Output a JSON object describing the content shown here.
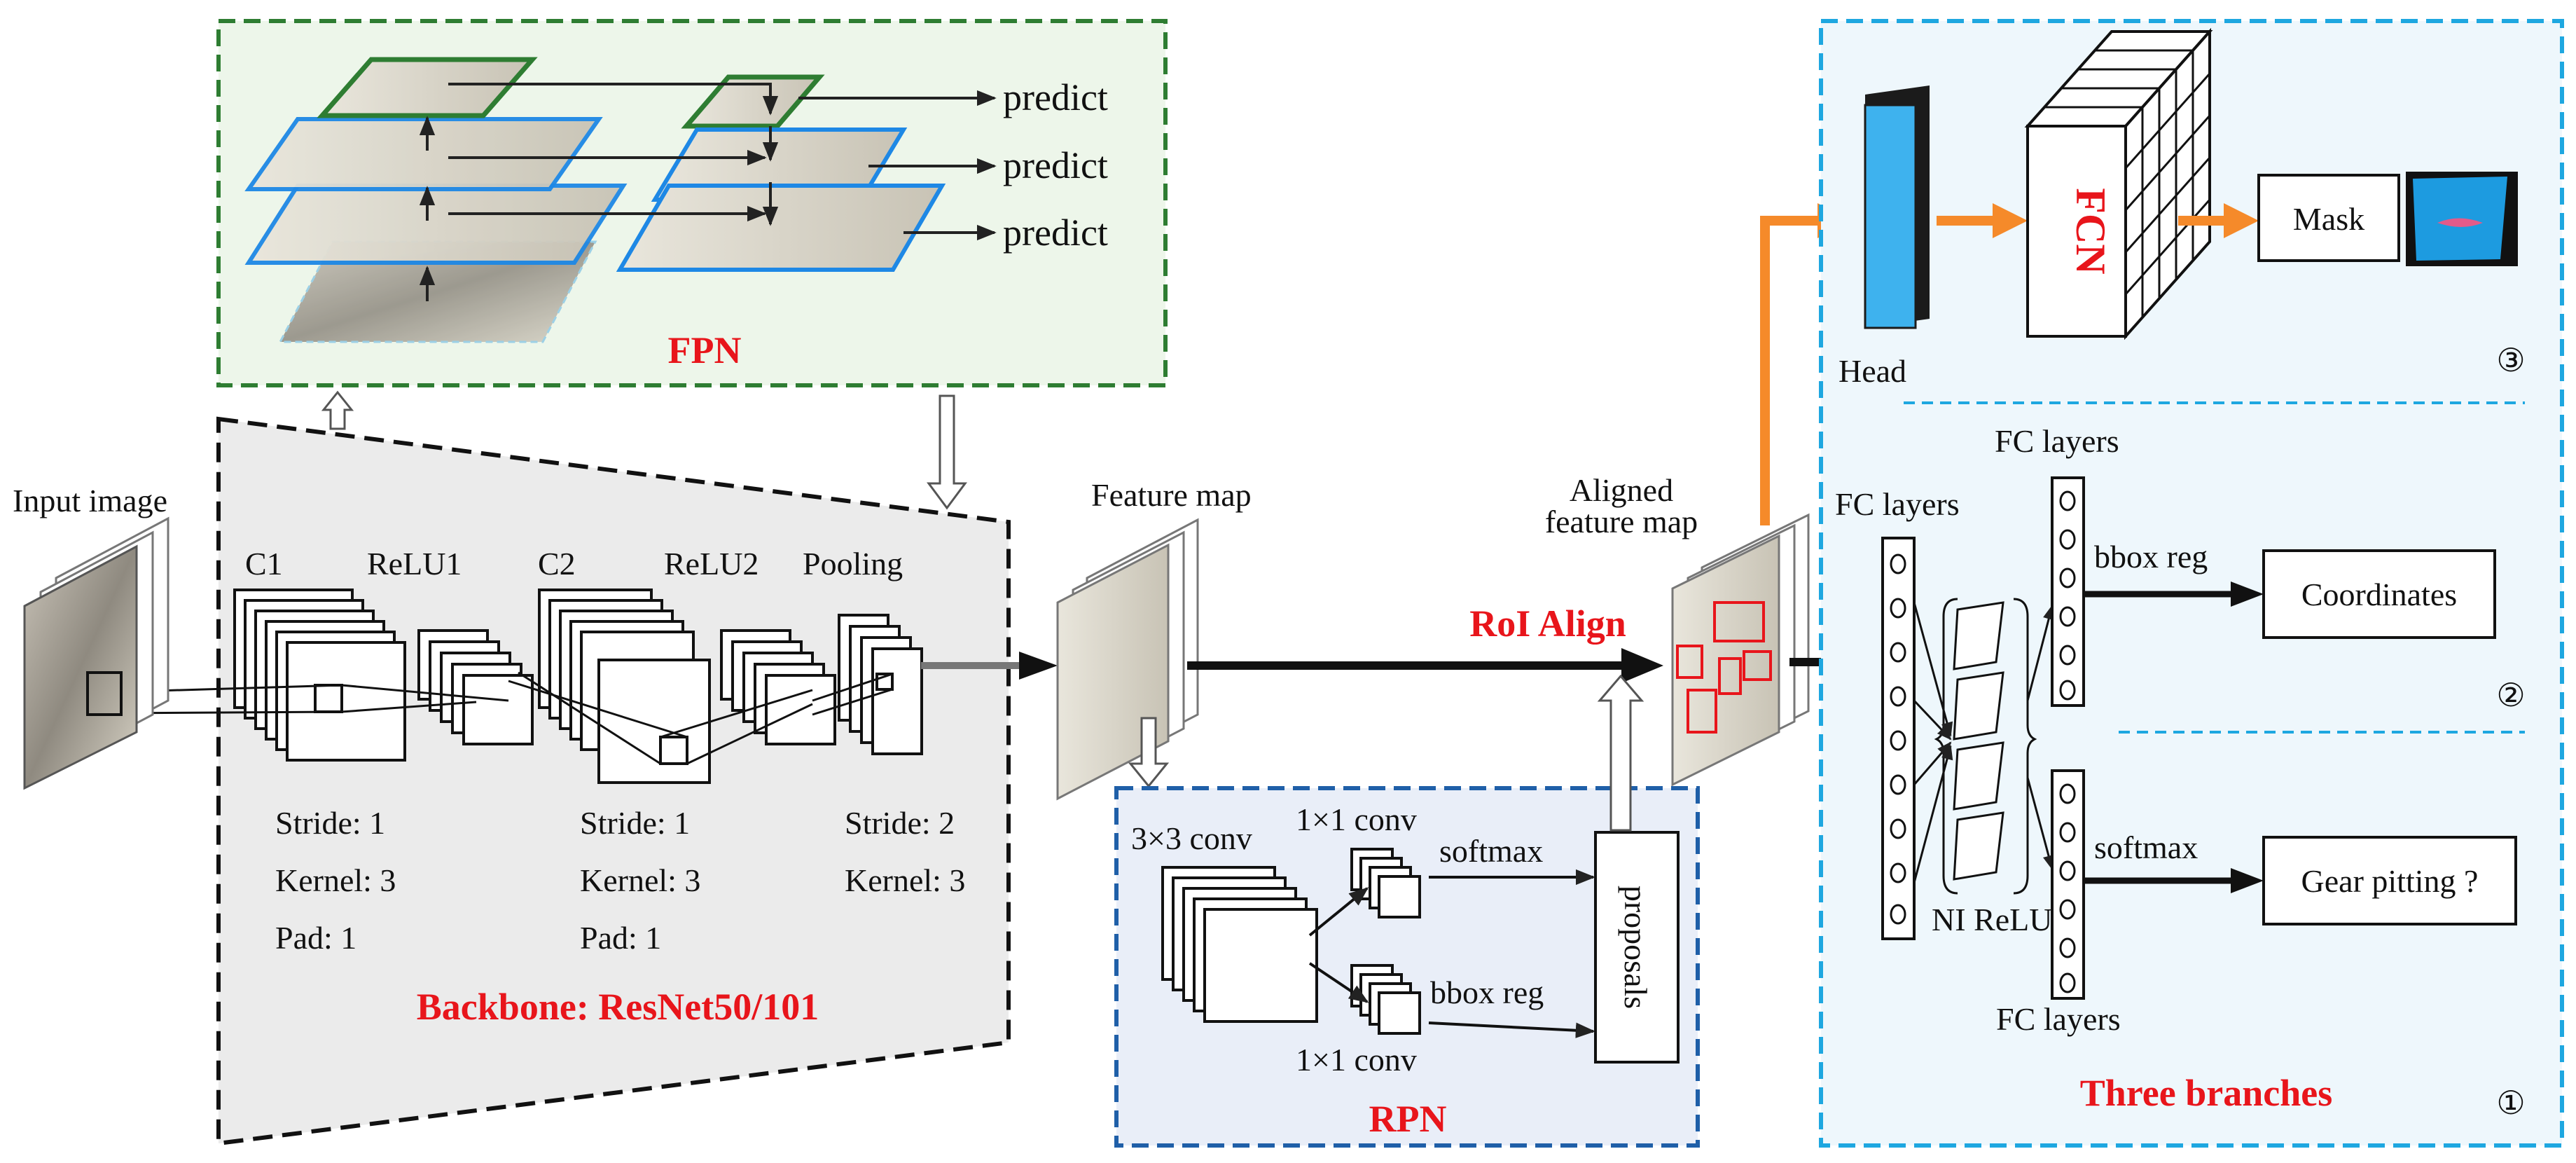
{
  "colors": {
    "accent_red": "#e8151b",
    "fpn_border": "#2e7d32",
    "fpn_fill": "#edf6ea",
    "backbone_fill": "#ebebeb",
    "rpn_border": "#1f5fa8",
    "rpn_fill": "#e9eef8",
    "branches_border": "#1ea7e0",
    "branches_fill": "#eef7fc",
    "mask_arrow": "#f58a2a",
    "head_blue": "#3eb2ee"
  },
  "labels": {
    "input_image": "Input image",
    "c1": "C1",
    "relu1": "ReLU1",
    "c2": "C2",
    "relu2": "ReLU2",
    "pooling": "Pooling",
    "stride1_a": "Stride: 1",
    "kernel3_a": "Kernel: 3",
    "pad1_a": "Pad: 1",
    "stride1_b": "Stride: 1",
    "kernel3_b": "Kernel: 3",
    "pad1_b": "Pad: 1",
    "stride2": "Stride: 2",
    "kernel3_c": "Kernel: 3",
    "backbone": "Backbone: ResNet50/101",
    "fpn": "FPN",
    "predict_1": "predict",
    "predict_2": "predict",
    "predict_3": "predict",
    "feature_map": "Feature map",
    "rpn": "RPN",
    "conv3": "3×3 conv",
    "conv1_top": "1×1 conv",
    "conv1_bottom": "1×1 conv",
    "softmax_rpn": "softmax",
    "bbox_reg_rpn": "bbox reg",
    "proposals": "proposals",
    "roi_align": "RoI Align",
    "aligned_1": "Aligned",
    "aligned_2": "feature map",
    "head": "Head",
    "fcn": "FCN",
    "mask": "Mask",
    "circle_3": "③",
    "circle_2": "②",
    "circle_1": "①",
    "fc_layers_top": "FC layers",
    "fc_layers_left": "FC layers",
    "fc_layers_bottom": "FC layers",
    "ni_relu": "NI ReLU",
    "bbox_reg": "bbox reg",
    "softmax": "softmax",
    "coordinates": "Coordinates",
    "gear_pitting": "Gear pitting ?",
    "three_branches": "Three branches"
  }
}
